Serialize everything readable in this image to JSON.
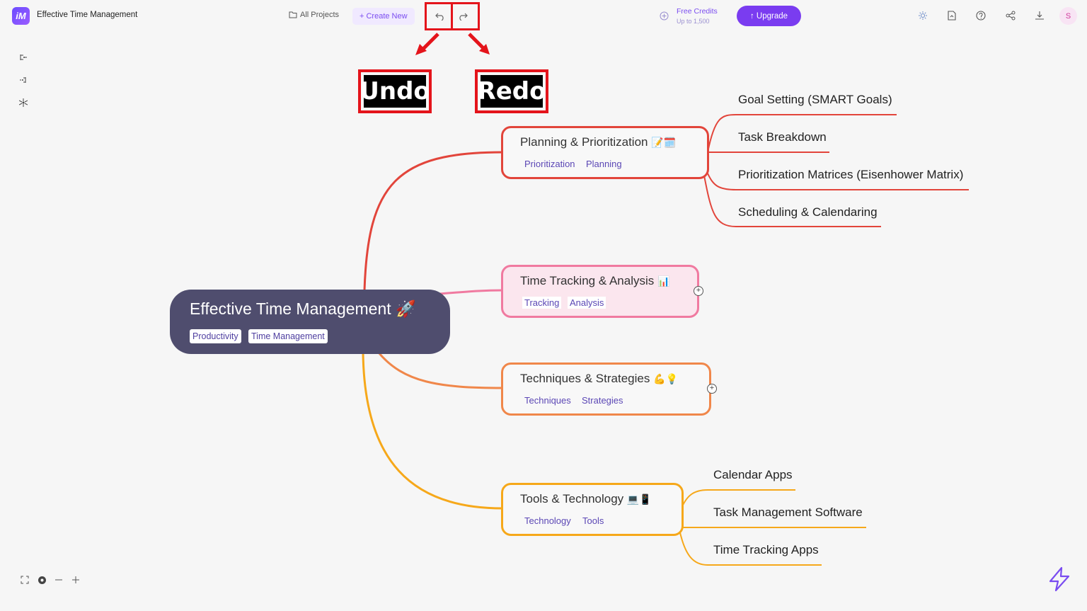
{
  "header": {
    "app_title": "Effective Time Management",
    "all_projects": "All Projects",
    "create_new": "+ Create New",
    "credits_title": "Free Credits",
    "credits_sub": "Up to 1,500",
    "upgrade": "↑ Upgrade",
    "avatar_initial": "S"
  },
  "callouts": {
    "undo": "Undo",
    "redo": "Redo"
  },
  "mindmap": {
    "root": {
      "title": "Effective Time Management",
      "tags": [
        "Productivity",
        "Time Management"
      ]
    },
    "branches": [
      {
        "title": "Planning & Prioritization",
        "tags": [
          "Prioritization",
          "Planning"
        ],
        "color": "#e2453b",
        "children": [
          "Goal Setting (SMART Goals)",
          "Task Breakdown",
          "Prioritization Matrices (Eisenhower Matrix)",
          "Scheduling & Calendaring"
        ]
      },
      {
        "title": "Time Tracking & Analysis",
        "tags": [
          "Tracking",
          "Analysis"
        ],
        "color": "#f07aa0",
        "children": []
      },
      {
        "title": "Techniques & Strategies",
        "tags": [
          "Techniques",
          "Strategies"
        ],
        "color": "#f0874a",
        "children": []
      },
      {
        "title": "Tools & Technology",
        "tags": [
          "Technology",
          "Tools"
        ],
        "color": "#f6a81a",
        "children": [
          "Calendar Apps",
          "Task Management Software",
          "Time Tracking Apps"
        ]
      }
    ]
  },
  "colors": {
    "accent": "#7a3cf0",
    "highlight": "#e4141b",
    "root_bg": "#4f4d6e"
  }
}
